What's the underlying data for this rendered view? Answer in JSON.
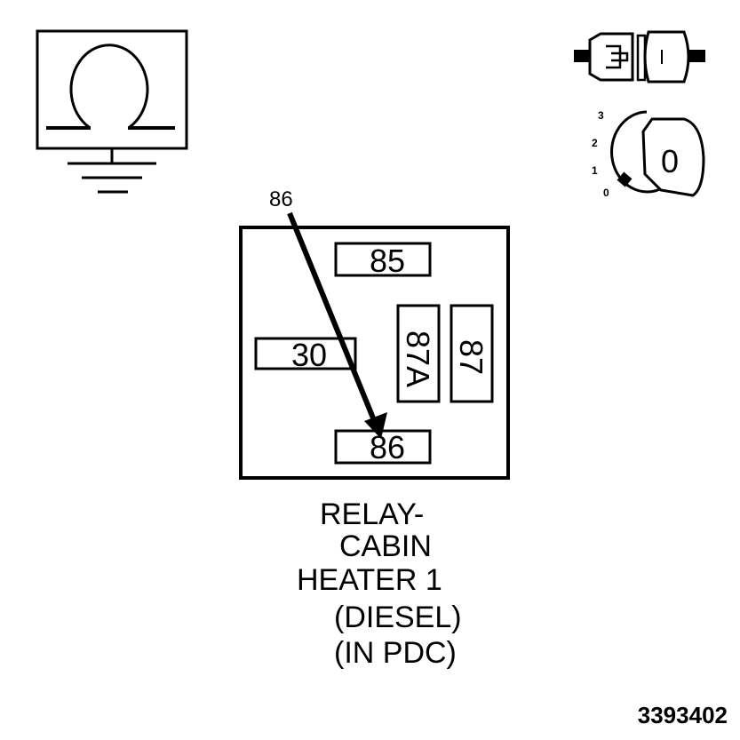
{
  "relay": {
    "pins": {
      "p85": "85",
      "p30": "30",
      "p87a": "87A",
      "p87": "87",
      "p86": "86"
    },
    "pointer_label": "86"
  },
  "caption": {
    "line1": "RELAY-",
    "line2": "CABIN",
    "line3": "HEATER 1",
    "line4": "(DIESEL)",
    "line5": "(IN PDC)"
  },
  "ignition": {
    "positions": [
      "3",
      "2",
      "1",
      "0"
    ],
    "key_label": "0"
  },
  "figure_number": "3393402"
}
